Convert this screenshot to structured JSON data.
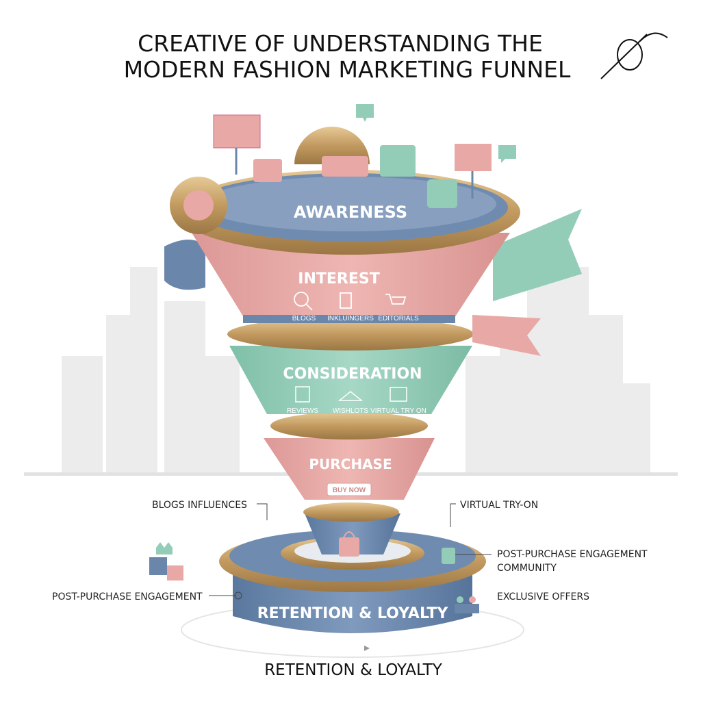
{
  "title": {
    "line1": "CREATIVE OF UNDERSTANDING THE",
    "line2": "MODERN FASHION MARKETING FUNNEL"
  },
  "stages": {
    "awareness": "AWARENESS",
    "interest": {
      "label": "INTEREST",
      "items": [
        "BLOGS",
        "INKLUINGERS",
        "EDITORIALS"
      ]
    },
    "consideration": {
      "label": "CONSIDERATION",
      "items": [
        "REVIEWS",
        "WISHLOTS",
        "VIRTUAL TRY ON"
      ]
    },
    "purchase": {
      "label": "PURCHASE",
      "button": "BUY NOW"
    },
    "retention": "RETENTION & LOYALTY"
  },
  "callouts": {
    "blogs_influences": "BLOGS  INFLUENCES",
    "virtual_try_on": "VIRTUAL TRY-ON",
    "post_purchase_community_1": "POST-PURCHASE ENGAGEMENT",
    "post_purchase_community_2": "COMMUNITY",
    "post_purchase_left": "POST-PURCHASE ENGAGEMENT",
    "exclusive_offers": "EXCLUSIVE OFFERS"
  },
  "footer": "RETENTION & LOYALTY",
  "colors": {
    "pink": "#e8a9a6",
    "teal": "#93cdb8",
    "blue": "#6a87ab",
    "gold": "#c9a571",
    "city": "#ececec"
  }
}
